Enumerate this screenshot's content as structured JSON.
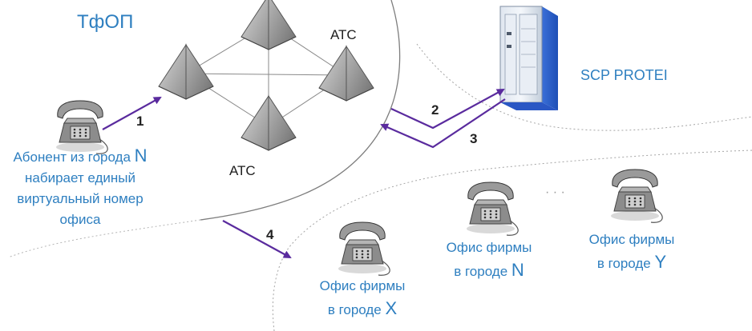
{
  "labels": {
    "tfop": "ТфОП",
    "atc_top": "АТС",
    "atc_bottom": "АТС",
    "scp": "SCP PROTEI",
    "subscriber": {
      "line1_prefix": "Абонент из города ",
      "line1_letter": "N",
      "line2": "набирает единый",
      "line3": "виртуальный номер",
      "line4": "офиса"
    },
    "office_x": {
      "line1": "Офис фирмы",
      "line2_prefix": "в городе ",
      "line2_letter": "X"
    },
    "office_n": {
      "line1": "Офис фирмы",
      "line2_prefix": "в городе ",
      "line2_letter": "N"
    },
    "office_y": {
      "line1": "Офис фирмы",
      "line2_prefix": "в городе ",
      "line2_letter": "Y"
    },
    "ellipsis": "· · ·"
  },
  "arrows": {
    "a1": "1",
    "a2": "2",
    "a3": "3",
    "a4": "4"
  },
  "colors": {
    "label_blue": "#2e7fc0",
    "arrow_purple": "#5a2b9e",
    "boundary": "#7a7a7a",
    "pyramid": "#a9a9a9"
  },
  "icons": {
    "subscriber_phone": "telephone-icon",
    "office_phones": "telephone-icon",
    "switches": "pyramid-switch-icon",
    "server": "server-rack-icon"
  }
}
